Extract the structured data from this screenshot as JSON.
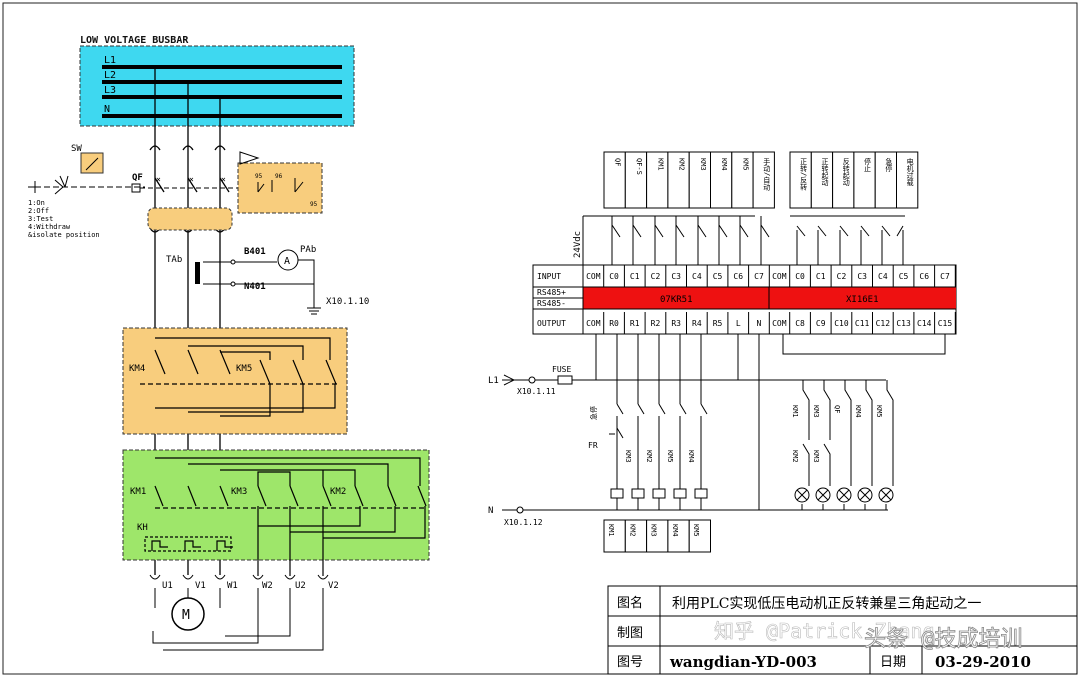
{
  "power_circuit": {
    "title": "LOW VOLTAGE BUSBAR",
    "bus_lines": [
      "L1",
      "L2",
      "L3",
      "N"
    ],
    "sw_label": "SW",
    "qf_label": "QF",
    "sw_positions": [
      "1:On",
      "2:Off",
      "3:Test",
      "4:Withdraw",
      "&isolate position"
    ],
    "aux_contacts": [
      "95",
      "96",
      "95"
    ],
    "ct_label": "TAb",
    "ammeter_label": "PAb",
    "ammeter_symbol": "A",
    "b_label": "B401",
    "n_label": "N401",
    "ground_terminal": "X10.1.10",
    "km4": "KM4",
    "km5": "KM5",
    "km1": "KM1",
    "km3": "KM3",
    "km2": "KM2",
    "kh": "KH",
    "terminals": [
      "U1",
      "V1",
      "W1",
      "W2",
      "U2",
      "V2"
    ],
    "motor": "M"
  },
  "plc": {
    "supply": "24Vdc",
    "input_labels_left": [
      "QF",
      "QF-S",
      "KM1",
      "KM2",
      "KM3",
      "KM4",
      "KM5",
      "手动/自动"
    ],
    "input_labels_right": [
      "正转/反转",
      "正转起动",
      "反转起动",
      "停止",
      "急停",
      "电机过载"
    ],
    "input_row_label": "INPUT",
    "input_cells_left": [
      "COM",
      "C0",
      "C1",
      "C2",
      "C3",
      "C4",
      "C5",
      "C6",
      "C7"
    ],
    "input_cells_right": [
      "COM",
      "C0",
      "C1",
      "C2",
      "C3",
      "C4",
      "C5",
      "C6",
      "C7"
    ],
    "rs485_plus": "RS485+",
    "rs485_minus": "RS485-",
    "module_left": "07KR51",
    "module_right": "XI16E1",
    "output_row_label": "OUTPUT",
    "output_cells_left": [
      "COM",
      "R0",
      "R1",
      "R2",
      "R3",
      "R4",
      "R5",
      "L",
      "N"
    ],
    "output_cells_right": [
      "COM",
      "C8",
      "C9",
      "C10",
      "C11",
      "C12",
      "C13",
      "C14",
      "C15"
    ],
    "l1_label": "L1",
    "l1_terminal": "X10.1.11",
    "fuse_label": "FUSE",
    "n_label": "N",
    "n_terminal": "X10.1.12",
    "stop_label": "急停",
    "fr_label": "FR",
    "interlocks": [
      "KM3",
      "KM2",
      "KM5",
      "KM4"
    ],
    "lamp_contacts_top": [
      "KM1",
      "KM3",
      "QF",
      "KM4",
      "KM5"
    ],
    "lamp_contacts_bottom": [
      "KM2",
      "KM3"
    ],
    "coil_labels": [
      "KM1",
      "KM2",
      "KM3",
      "KM4",
      "KM5"
    ]
  },
  "title_block": {
    "name_label": "图名",
    "name_value": "利用PLC实现低压电动机正反转兼星三角起动之一",
    "drawn_label": "制图",
    "drawn_value": "",
    "number_label": "图号",
    "number_value": "wangdian-YD-003",
    "date_label": "日期",
    "date_value": "03-29-2010"
  },
  "watermark": {
    "left": "知乎 @Patrick Zhang",
    "right": "头条 @技成培训"
  },
  "colors": {
    "busbar_fill": "#3ed8f0",
    "km45_fill": "#f8cd7d",
    "km123_fill": "#9ee66a",
    "qf_fill": "#f8cd7d",
    "module_red": "#ee1111"
  }
}
